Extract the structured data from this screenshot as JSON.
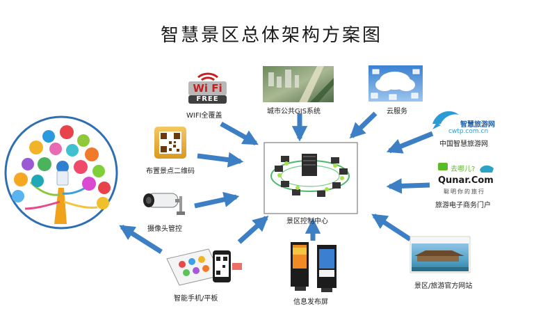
{
  "title": "智慧景区总体架构方案图",
  "center": {
    "label": "景区控制中心"
  },
  "nodes": {
    "wifi": {
      "label": "WIFI全覆盖",
      "logo_top": "Wi Fi",
      "logo_bottom": "FREE"
    },
    "gis": {
      "label": "城市公共GIS系统"
    },
    "cloud": {
      "label": "云服务"
    },
    "chinatour": {
      "label": "中国智慧旅游网",
      "logo_name": "智慧旅游网",
      "logo_url": "cwtp.com.cn"
    },
    "qrcode": {
      "label": "布置景点二维码"
    },
    "qunar": {
      "label": "旅游电子商务门户",
      "logo_cn": "去哪儿?",
      "logo_en": "Qunar.Com",
      "logo_slogan": "聪明你的旅行"
    },
    "camera": {
      "label": "摄像头管控"
    },
    "mobile": {
      "label": "智能手机/平板"
    },
    "screen": {
      "label": "信息发布屏"
    },
    "website": {
      "label": "景区/旅游官方网站"
    }
  },
  "colors": {
    "arrow": "#3d7fc4",
    "arrow_dark": "#2a5f9a",
    "title": "#1a1a1a"
  }
}
